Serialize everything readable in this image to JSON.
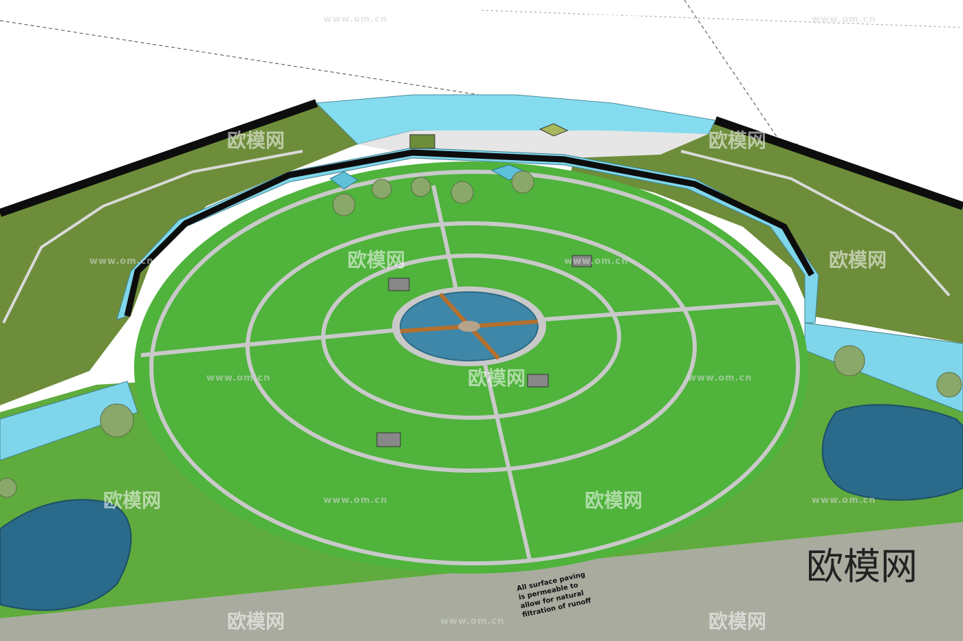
{
  "annotations": {
    "paving_note": [
      "All surface paving",
      "is permeable to",
      "allow for natural",
      "filtration of runoff"
    ]
  },
  "watermark": {
    "brand": "欧模网",
    "url": "www.om.cn"
  },
  "colors": {
    "lawn": "#52a83a",
    "roof_green": "#6e8d3a",
    "glass": "#7fd6ea",
    "water": "#2a6a8a",
    "path": "#c9c9c9",
    "ground": "#a9ab9f",
    "roof_edge": "#0d0d0d"
  }
}
